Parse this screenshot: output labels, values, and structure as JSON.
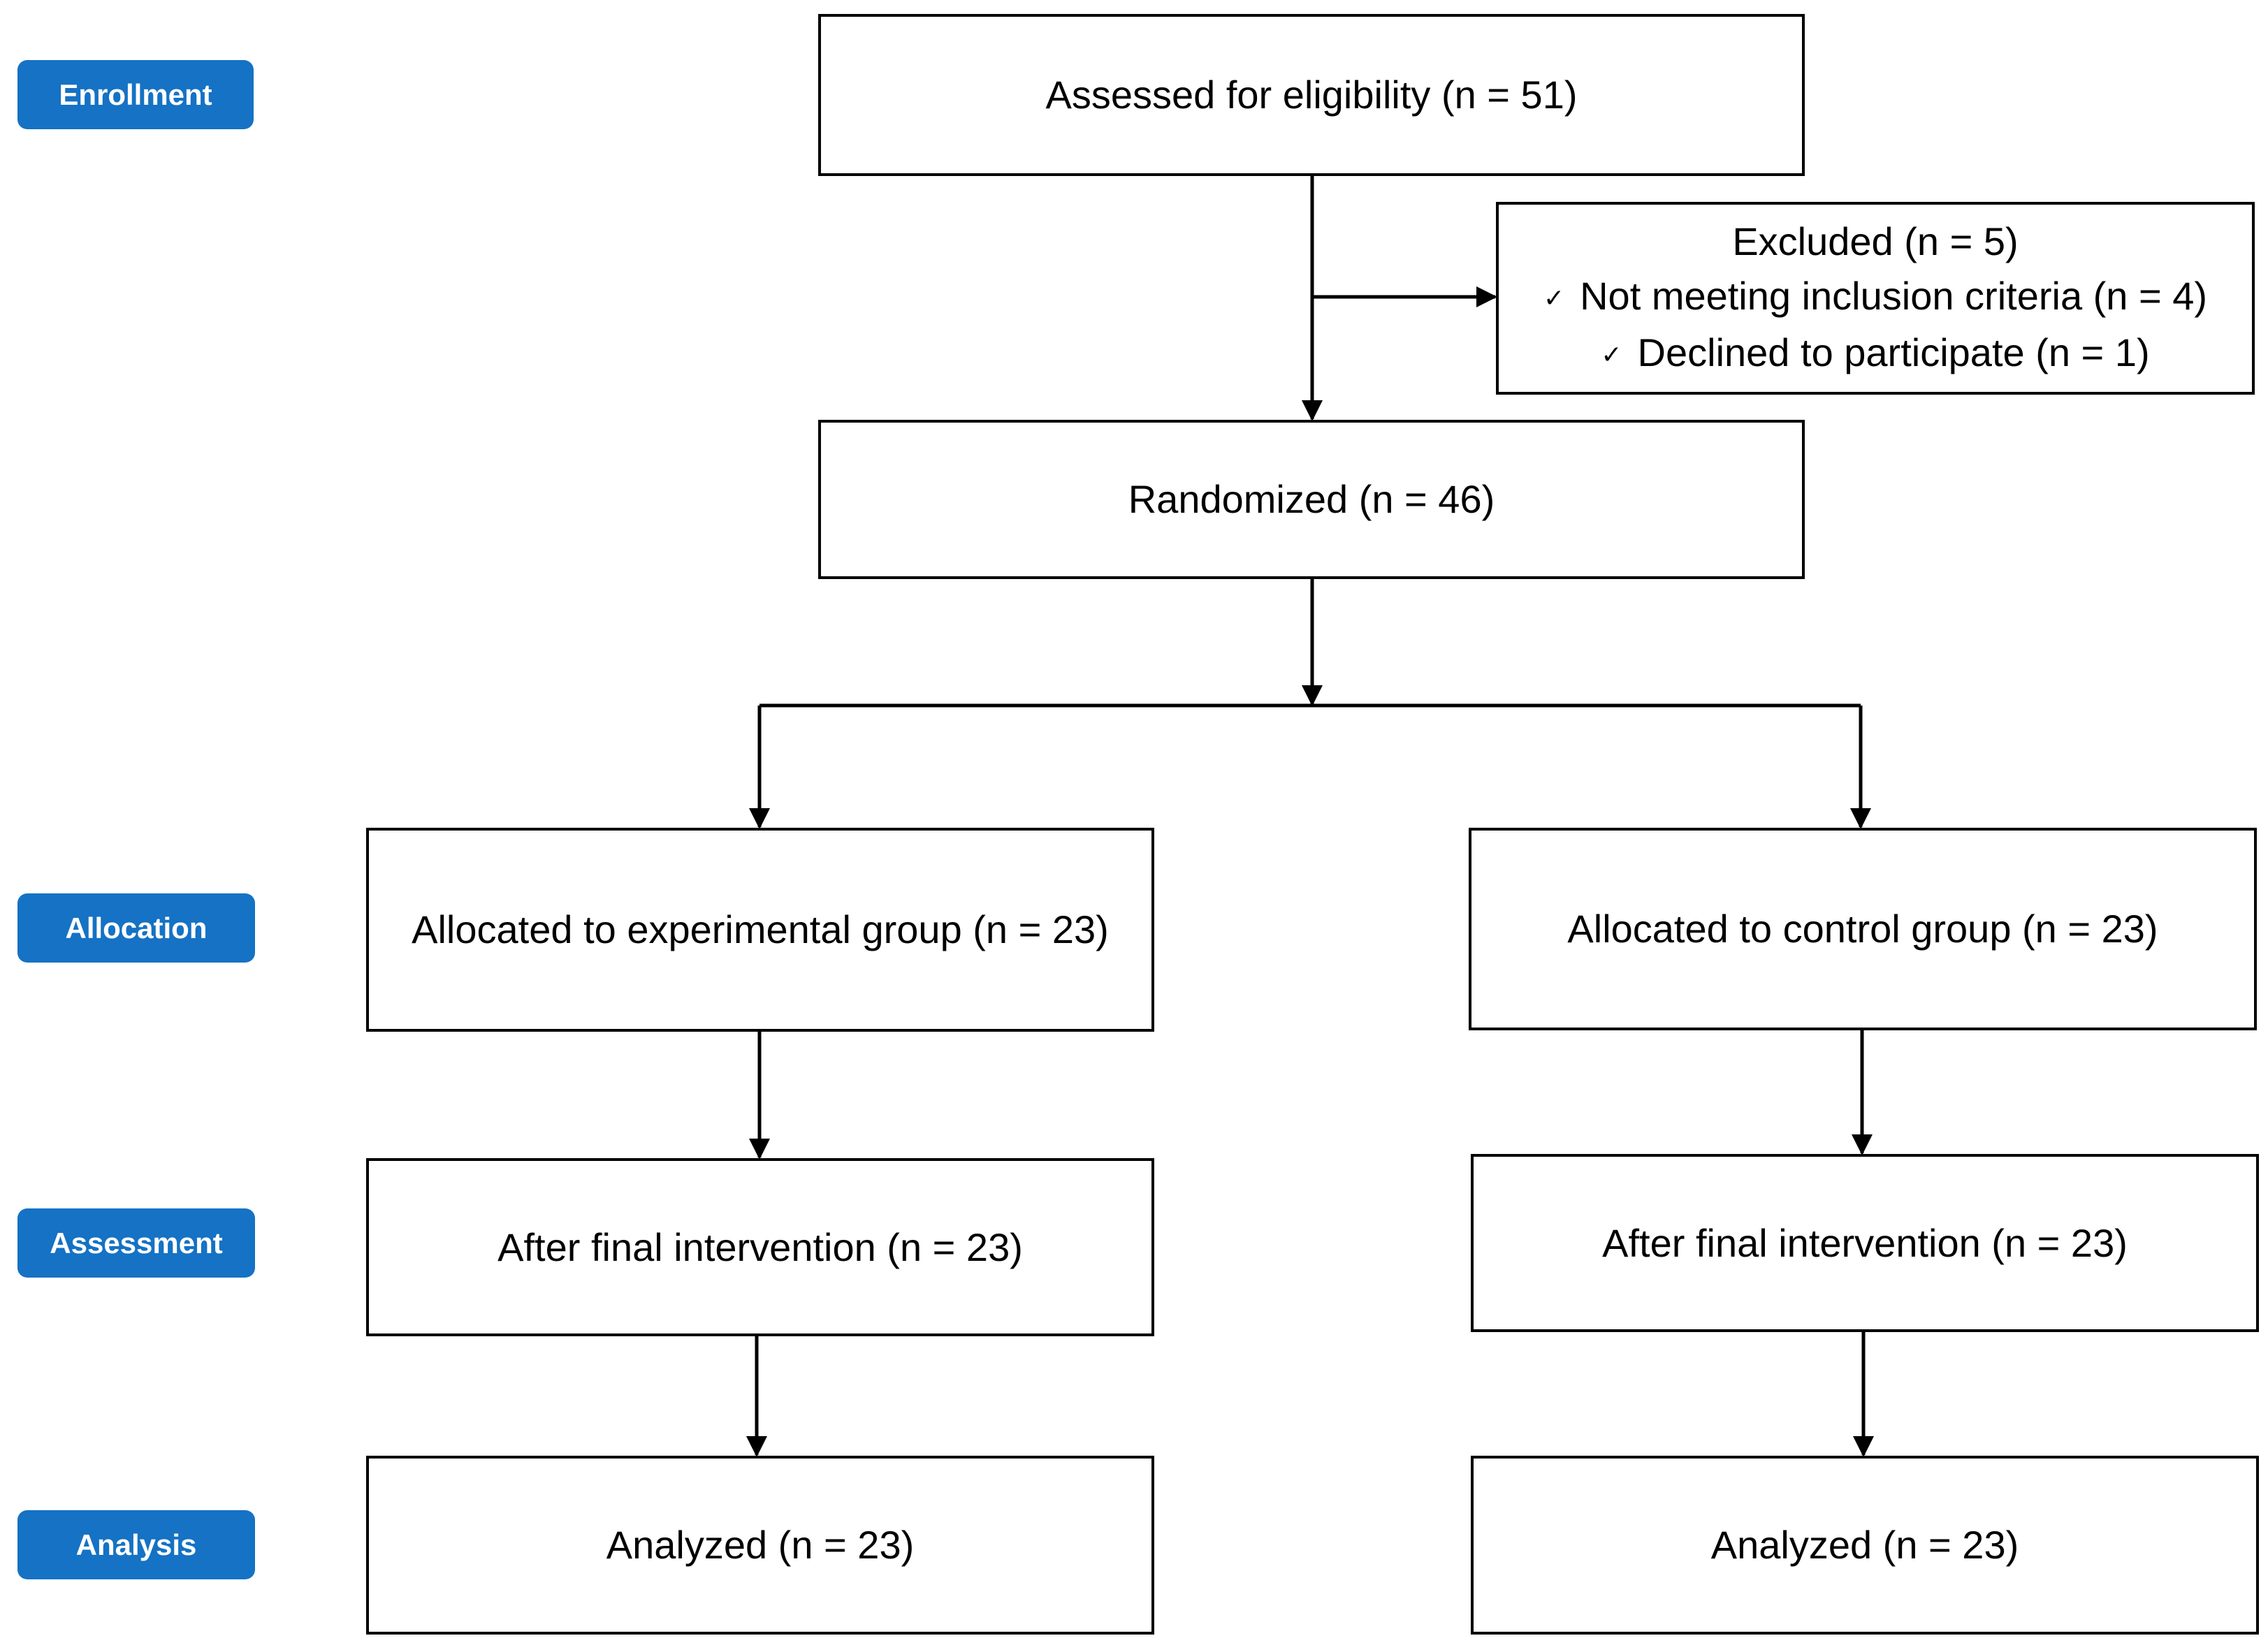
{
  "stages": {
    "enrollment": "Enrollment",
    "allocation": "Allocation",
    "assessment": "Assessment",
    "analysis": "Analysis"
  },
  "boxes": {
    "assessed": "Assessed for eligibility (n = 51)",
    "excluded": {
      "title": "Excluded (n = 5)",
      "reasons": [
        "Not meeting inclusion criteria (n = 4)",
        "Declined to participate (n = 1)"
      ]
    },
    "randomized": "Randomized (n = 46)",
    "allocated_experimental": "Allocated to experimental group (n = 23)",
    "allocated_control": "Allocated to control group (n = 23)",
    "after_experimental": "After final intervention (n = 23)",
    "after_control": "After final intervention (n = 23)",
    "analyzed_experimental": "Analyzed (n = 23)",
    "analyzed_control": "Analyzed (n = 23)"
  },
  "icons": {
    "check": "check-icon"
  },
  "colors": {
    "stage_label_bg": "#1572c4",
    "stage_label_text": "#ffffff",
    "lines": "#000000"
  }
}
